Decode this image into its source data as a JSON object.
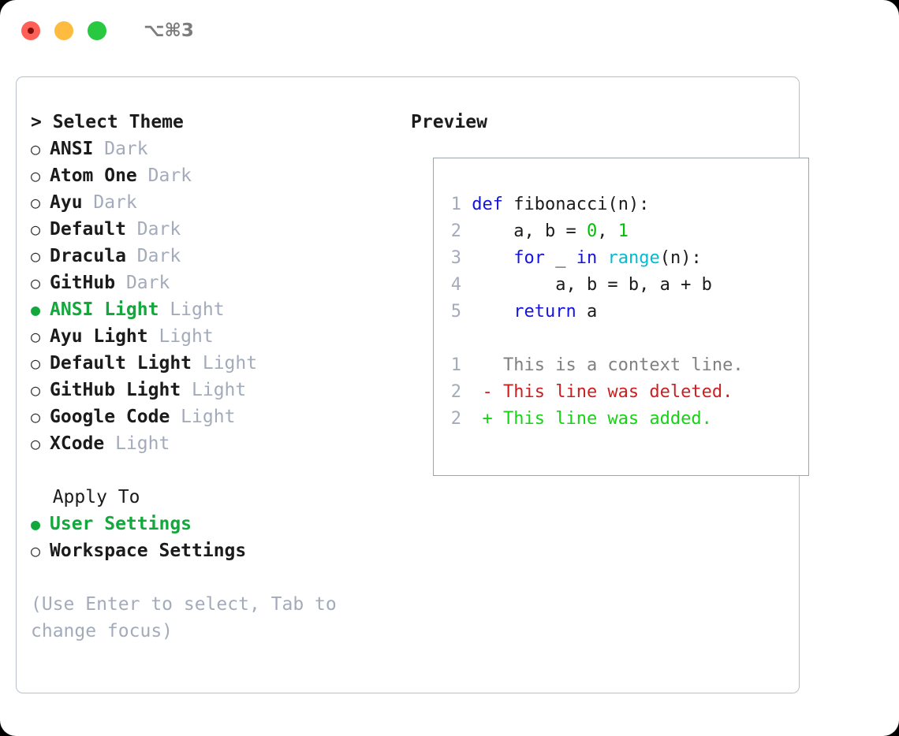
{
  "titlebar": {
    "buttons": [
      "close",
      "minimize",
      "maximize"
    ],
    "shortcut": "⌥⌘3"
  },
  "theme_picker": {
    "header": "> Select Theme",
    "items": [
      {
        "marker": "○",
        "name": "ANSI",
        "suffix": "Dark",
        "selected": false
      },
      {
        "marker": "○",
        "name": "Atom One",
        "suffix": "Dark",
        "selected": false
      },
      {
        "marker": "○",
        "name": "Ayu",
        "suffix": "Dark",
        "selected": false
      },
      {
        "marker": "○",
        "name": "Default",
        "suffix": "Dark",
        "selected": false
      },
      {
        "marker": "○",
        "name": "Dracula",
        "suffix": "Dark",
        "selected": false
      },
      {
        "marker": "○",
        "name": "GitHub",
        "suffix": "Dark",
        "selected": false
      },
      {
        "marker": "●",
        "name": "ANSI Light",
        "suffix": "Light",
        "selected": true
      },
      {
        "marker": "○",
        "name": "Ayu Light",
        "suffix": "Light",
        "selected": false
      },
      {
        "marker": "○",
        "name": "Default Light",
        "suffix": "Light",
        "selected": false
      },
      {
        "marker": "○",
        "name": "GitHub Light",
        "suffix": "Light",
        "selected": false
      },
      {
        "marker": "○",
        "name": "Google Code",
        "suffix": "Light",
        "selected": false
      },
      {
        "marker": "○",
        "name": "XCode",
        "suffix": "Light",
        "selected": false
      }
    ]
  },
  "apply_to": {
    "header": "  Apply To",
    "items": [
      {
        "marker": "●",
        "name": "User Settings",
        "selected": true
      },
      {
        "marker": "○",
        "name": "Workspace Settings",
        "selected": false
      }
    ]
  },
  "hint": "(Use Enter to select, Tab to change focus)",
  "preview": {
    "header": "Preview",
    "code_lines": [
      {
        "num": "1",
        "tokens": [
          {
            "t": "def",
            "c": "kw"
          },
          {
            "t": " fibonacci(n):",
            "c": "txt"
          }
        ]
      },
      {
        "num": "2",
        "tokens": [
          {
            "t": "    a, b = ",
            "c": "txt"
          },
          {
            "t": "0",
            "c": "num"
          },
          {
            "t": ", ",
            "c": "txt"
          },
          {
            "t": "1",
            "c": "num"
          }
        ]
      },
      {
        "num": "3",
        "tokens": [
          {
            "t": "    ",
            "c": "txt"
          },
          {
            "t": "for",
            "c": "kw"
          },
          {
            "t": " _ ",
            "c": "txt"
          },
          {
            "t": "in",
            "c": "kw"
          },
          {
            "t": " ",
            "c": "txt"
          },
          {
            "t": "range",
            "c": "bin"
          },
          {
            "t": "(n):",
            "c": "txt"
          }
        ]
      },
      {
        "num": "4",
        "tokens": [
          {
            "t": "        a, b = b, a + b",
            "c": "txt"
          }
        ]
      },
      {
        "num": "5",
        "tokens": [
          {
            "t": "    ",
            "c": "txt"
          },
          {
            "t": "return",
            "c": "kw"
          },
          {
            "t": " a",
            "c": "txt"
          }
        ]
      }
    ],
    "diff_lines": [
      {
        "num": "1",
        "marker": " ",
        "text": "This is a context line.",
        "kind": "d-ctx"
      },
      {
        "num": "2",
        "marker": "-",
        "text": "This line was deleted.",
        "kind": "d-del"
      },
      {
        "num": "2",
        "marker": "+",
        "text": "This line was added.",
        "kind": "d-add"
      }
    ]
  },
  "colors": {
    "accent_green": "#12a83c",
    "muted": "#a3abbb",
    "keyword_blue": "#1414e0",
    "builtin_cyan": "#00bcd4",
    "number_green": "#00c000",
    "diff_delete": "#cc1f1f",
    "diff_add": "#14d414",
    "border": "#b9c0cc"
  }
}
